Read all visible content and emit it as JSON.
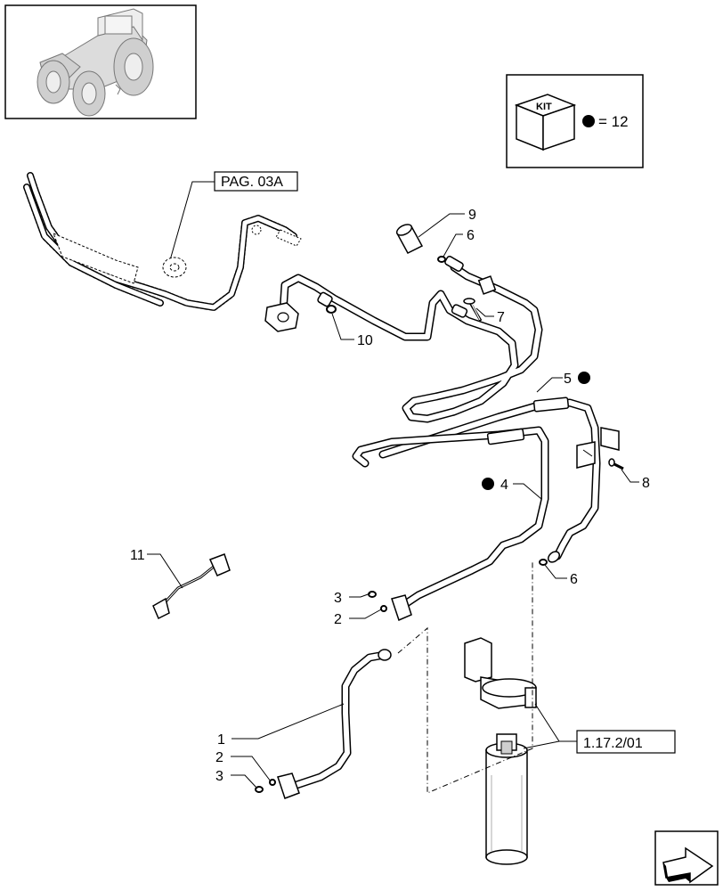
{
  "thumbnail": {
    "icon": "tractor-icon"
  },
  "kit_box": {
    "badge": "KIT",
    "equation": "= 12",
    "marker_color": "#000000"
  },
  "reference_boxes": {
    "page": "PAG. 03A",
    "section": "1.17.2/01"
  },
  "callouts": {
    "c1": "1",
    "c2a": "2",
    "c3a": "3",
    "c2b": "2",
    "c3b": "3",
    "c4": "4",
    "c5": "5",
    "c6a": "6",
    "c6b": "6",
    "c7": "7",
    "c8": "8",
    "c9": "9",
    "c10": "10",
    "c11": "11"
  },
  "nav": {
    "icon": "next-page-arrow-icon"
  }
}
